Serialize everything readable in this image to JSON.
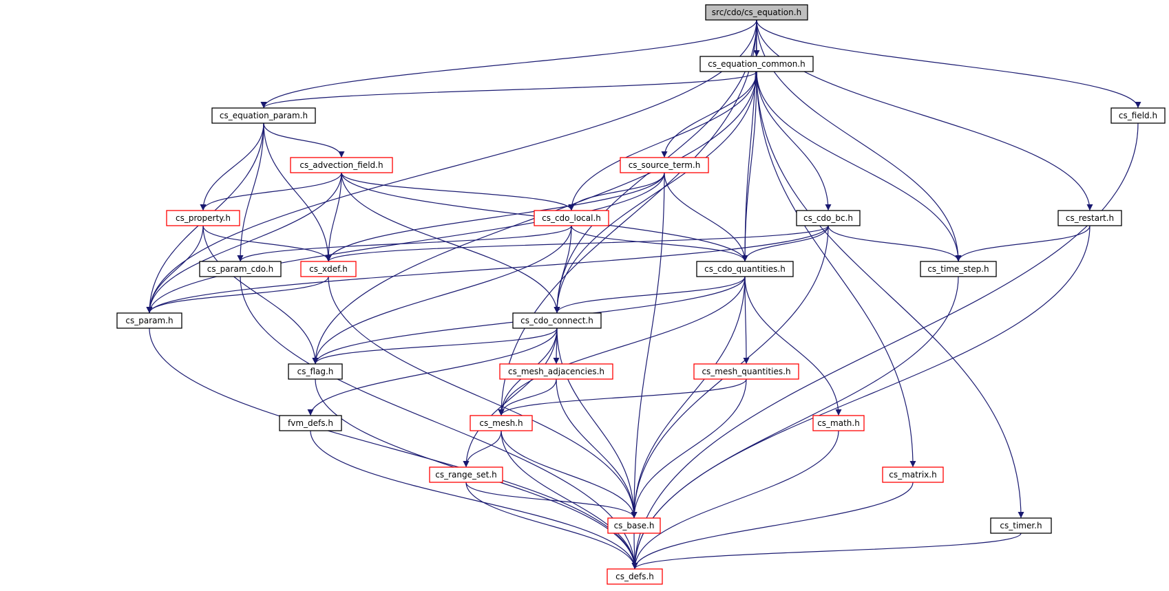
{
  "colors": {
    "edge": "#191970",
    "root_fill": "#bfbfbf",
    "black_border": "#000000",
    "red_border": "#ff0000"
  },
  "nodes": [
    {
      "id": "root",
      "label": "src/cdo/cs_equation.h",
      "style": "root"
    },
    {
      "id": "eq_common",
      "label": "cs_equation_common.h",
      "style": "black"
    },
    {
      "id": "eq_param",
      "label": "cs_equation_param.h",
      "style": "black"
    },
    {
      "id": "field",
      "label": "cs_field.h",
      "style": "black"
    },
    {
      "id": "adv_field",
      "label": "cs_advection_field.h",
      "style": "red"
    },
    {
      "id": "source_term",
      "label": "cs_source_term.h",
      "style": "red"
    },
    {
      "id": "property",
      "label": "cs_property.h",
      "style": "red"
    },
    {
      "id": "cdo_local",
      "label": "cs_cdo_local.h",
      "style": "red"
    },
    {
      "id": "cdo_bc",
      "label": "cs_cdo_bc.h",
      "style": "black"
    },
    {
      "id": "restart",
      "label": "cs_restart.h",
      "style": "black"
    },
    {
      "id": "param_cdo",
      "label": "cs_param_cdo.h",
      "style": "black"
    },
    {
      "id": "xdef",
      "label": "cs_xdef.h",
      "style": "red"
    },
    {
      "id": "cdo_quant",
      "label": "cs_cdo_quantities.h",
      "style": "black"
    },
    {
      "id": "time_step",
      "label": "cs_time_step.h",
      "style": "black"
    },
    {
      "id": "param",
      "label": "cs_param.h",
      "style": "black"
    },
    {
      "id": "cdo_connect",
      "label": "cs_cdo_connect.h",
      "style": "black"
    },
    {
      "id": "flag",
      "label": "cs_flag.h",
      "style": "black"
    },
    {
      "id": "mesh_adj",
      "label": "cs_mesh_adjacencies.h",
      "style": "red"
    },
    {
      "id": "mesh_quant",
      "label": "cs_mesh_quantities.h",
      "style": "red"
    },
    {
      "id": "fvm_defs",
      "label": "fvm_defs.h",
      "style": "black"
    },
    {
      "id": "mesh",
      "label": "cs_mesh.h",
      "style": "red"
    },
    {
      "id": "math",
      "label": "cs_math.h",
      "style": "red"
    },
    {
      "id": "range_set",
      "label": "cs_range_set.h",
      "style": "red"
    },
    {
      "id": "matrix",
      "label": "cs_matrix.h",
      "style": "red"
    },
    {
      "id": "base",
      "label": "cs_base.h",
      "style": "red"
    },
    {
      "id": "timer",
      "label": "cs_timer.h",
      "style": "black"
    },
    {
      "id": "defs",
      "label": "cs_defs.h",
      "style": "red"
    }
  ],
  "edges": [
    [
      "root",
      "eq_common"
    ],
    [
      "root",
      "eq_param"
    ],
    [
      "root",
      "field"
    ],
    [
      "root",
      "param"
    ],
    [
      "root",
      "cdo_connect"
    ],
    [
      "root",
      "mesh"
    ],
    [
      "root",
      "cdo_quant"
    ],
    [
      "root",
      "time_step"
    ],
    [
      "root",
      "restart"
    ],
    [
      "eq_common",
      "eq_param"
    ],
    [
      "eq_common",
      "source_term"
    ],
    [
      "eq_common",
      "cdo_local"
    ],
    [
      "eq_common",
      "cdo_bc"
    ],
    [
      "eq_common",
      "cdo_quant"
    ],
    [
      "eq_common",
      "cdo_connect"
    ],
    [
      "eq_common",
      "flag"
    ],
    [
      "eq_common",
      "time_step"
    ],
    [
      "eq_common",
      "matrix"
    ],
    [
      "eq_common",
      "timer"
    ],
    [
      "eq_param",
      "adv_field"
    ],
    [
      "eq_param",
      "property"
    ],
    [
      "eq_param",
      "xdef"
    ],
    [
      "eq_param",
      "param_cdo"
    ],
    [
      "eq_param",
      "param"
    ],
    [
      "adv_field",
      "property"
    ],
    [
      "adv_field",
      "cdo_local"
    ],
    [
      "adv_field",
      "xdef"
    ],
    [
      "adv_field",
      "param"
    ],
    [
      "adv_field",
      "cdo_quant"
    ],
    [
      "adv_field",
      "cdo_connect"
    ],
    [
      "source_term",
      "cdo_local"
    ],
    [
      "source_term",
      "xdef"
    ],
    [
      "source_term",
      "param"
    ],
    [
      "source_term",
      "cdo_quant"
    ],
    [
      "source_term",
      "base"
    ],
    [
      "property",
      "xdef"
    ],
    [
      "property",
      "param"
    ],
    [
      "property",
      "flag"
    ],
    [
      "cdo_local",
      "param_cdo"
    ],
    [
      "cdo_local",
      "cdo_quant"
    ],
    [
      "cdo_local",
      "cdo_connect"
    ],
    [
      "cdo_local",
      "flag"
    ],
    [
      "cdo_bc",
      "xdef"
    ],
    [
      "cdo_bc",
      "cdo_quant"
    ],
    [
      "cdo_bc",
      "time_step"
    ],
    [
      "cdo_bc",
      "param"
    ],
    [
      "cdo_bc",
      "base"
    ],
    [
      "restart",
      "time_step"
    ],
    [
      "restart",
      "defs"
    ],
    [
      "param_cdo",
      "defs"
    ],
    [
      "xdef",
      "param"
    ],
    [
      "xdef",
      "base"
    ],
    [
      "cdo_quant",
      "cdo_connect"
    ],
    [
      "cdo_quant",
      "flag"
    ],
    [
      "cdo_quant",
      "mesh_quant"
    ],
    [
      "cdo_quant",
      "math"
    ],
    [
      "cdo_quant",
      "base"
    ],
    [
      "cdo_quant",
      "mesh"
    ],
    [
      "time_step",
      "defs"
    ],
    [
      "param",
      "defs"
    ],
    [
      "cdo_connect",
      "flag"
    ],
    [
      "cdo_connect",
      "mesh_adj"
    ],
    [
      "cdo_connect",
      "mesh"
    ],
    [
      "cdo_connect",
      "fvm_defs"
    ],
    [
      "cdo_connect",
      "range_set"
    ],
    [
      "cdo_connect",
      "base"
    ],
    [
      "flag",
      "defs"
    ],
    [
      "mesh_adj",
      "mesh"
    ],
    [
      "mesh_adj",
      "base"
    ],
    [
      "mesh_quant",
      "mesh"
    ],
    [
      "mesh_quant",
      "base"
    ],
    [
      "fvm_defs",
      "defs"
    ],
    [
      "mesh",
      "range_set"
    ],
    [
      "mesh",
      "base"
    ],
    [
      "mesh",
      "defs"
    ],
    [
      "math",
      "defs"
    ],
    [
      "range_set",
      "base"
    ],
    [
      "range_set",
      "defs"
    ],
    [
      "matrix",
      "defs"
    ],
    [
      "base",
      "defs"
    ],
    [
      "timer",
      "defs"
    ],
    [
      "field",
      "defs"
    ]
  ]
}
